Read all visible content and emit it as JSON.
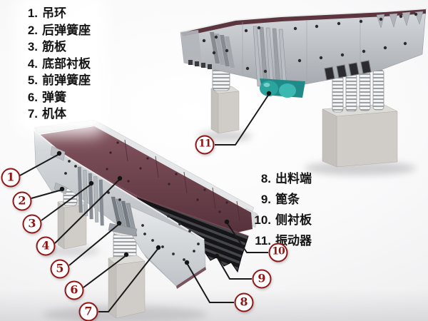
{
  "diagram": {
    "figure_type": "parts-callout-diagram",
    "subject": "vibrating feeder two-view illustration",
    "legend_left": [
      {
        "num": "1.",
        "text": "吊环"
      },
      {
        "num": "2.",
        "text": "后弹簧座"
      },
      {
        "num": "3.",
        "text": "筋板"
      },
      {
        "num": "4.",
        "text": "底部衬板"
      },
      {
        "num": "5.",
        "text": "前弹簧座"
      },
      {
        "num": "6.",
        "text": "弹簧"
      },
      {
        "num": "7.",
        "text": "机体"
      }
    ],
    "legend_right": [
      {
        "num": "8.",
        "text": "出料端"
      },
      {
        "num": "9.",
        "text": "篦条"
      },
      {
        "num": "10.",
        "text": "侧衬板"
      },
      {
        "num": "11.",
        "text": "振动器"
      }
    ],
    "callout_numbers": [
      "1",
      "2",
      "3",
      "4",
      "5",
      "6",
      "7",
      "8",
      "9",
      "10",
      "11"
    ]
  },
  "colors": {
    "callout_red": "#8e1717",
    "leader_line": "#1a1a1a",
    "label_text": "#141414",
    "machine_gray": "#c2c6cb",
    "liner_maroon": "#6d4049",
    "grate_black": "#1c1c1e",
    "vibrator_teal": "#35b0ab",
    "pedestal_concrete": "#ccc9c5"
  }
}
